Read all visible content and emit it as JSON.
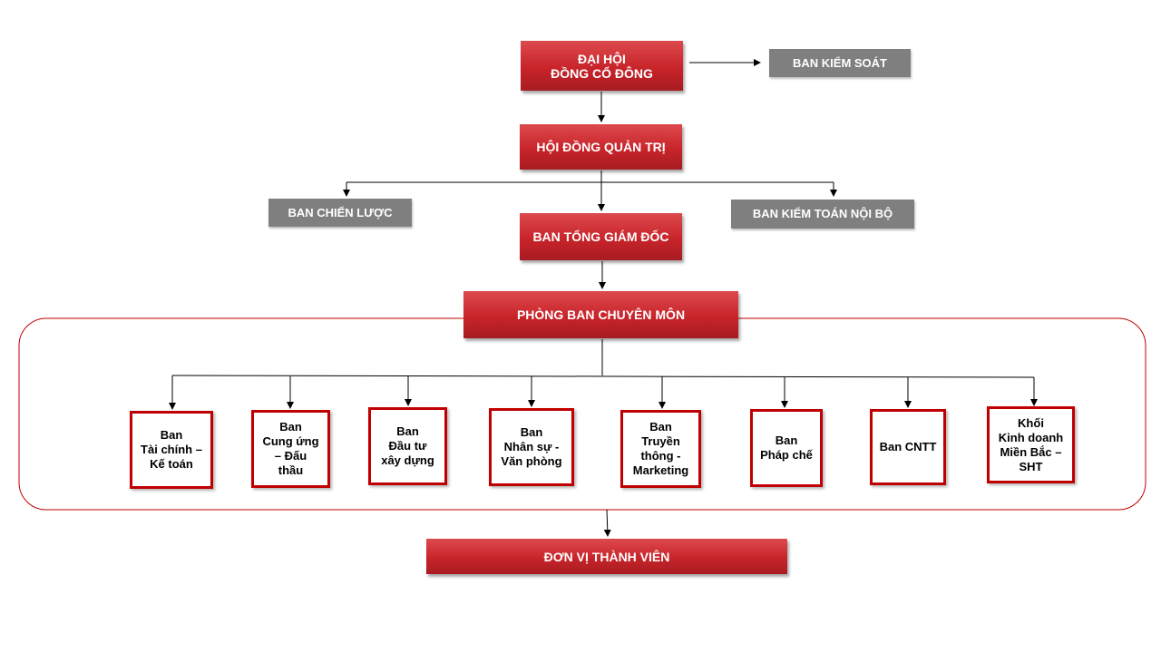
{
  "nodes": {
    "general_meeting": "ĐẠI HỘI\nĐỒNG CỔ ĐÔNG",
    "supervisory_board": "BAN KIỂM SOÁT",
    "board_of_directors": "HỘI ĐỒNG QUẢN TRỊ",
    "strategy_committee": "BAN CHIẾN LƯỢC",
    "internal_audit": "BAN KIỂM TOÁN NỘI BỘ",
    "executive_board": "BAN TỔNG GIÁM ĐỐC",
    "functional_departments": "PHÒNG BAN CHUYÊN MÔN",
    "member_units": "ĐƠN VỊ THÀNH VIÊN"
  },
  "departments": [
    "Ban\nTài chính –\nKế toán",
    "Ban\nCung ứng\n– Đấu\nthầu",
    "Ban\nĐầu tư\nxây dựng",
    "Ban\nNhân sự -\nVăn phòng",
    "Ban\nTruyền\nthông -\nMarketing",
    "Ban\nPháp chế",
    "Ban CNTT",
    "Khối\nKinh doanh\nMiền Bắc –\nSHT"
  ],
  "colors": {
    "accent_red": "#c8242a",
    "border_red": "#c00000",
    "gray": "#7f7f7f"
  }
}
